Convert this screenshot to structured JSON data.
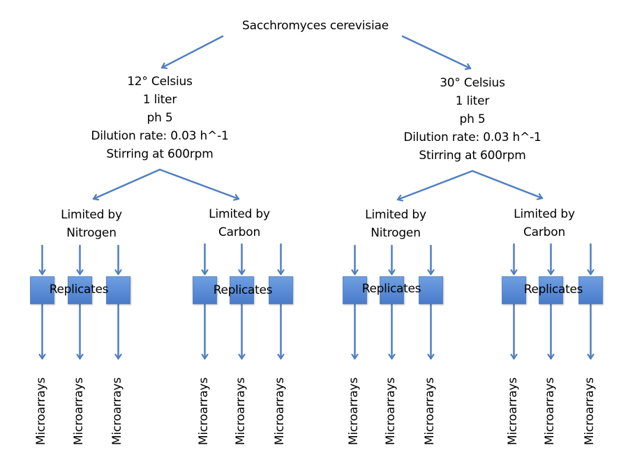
{
  "root": {
    "label": "Sacchromyces cerevisiae"
  },
  "conditions": [
    {
      "lines": [
        "12° Celsius",
        "1 liter",
        "ph 5",
        "Dilution rate: 0.03 h^-1",
        "Stirring at 600rpm"
      ],
      "limits": [
        {
          "lines": [
            "Limited by",
            "Nitrogen"
          ],
          "replicates_label": "Replicates",
          "outputs": [
            "Microarrays",
            "Microarrays",
            "Microarrays"
          ]
        },
        {
          "lines": [
            "Limited by",
            "Carbon"
          ],
          "replicates_label": "Replicates",
          "outputs": [
            "Microarrays",
            "Microarrays",
            "Microarrays"
          ]
        }
      ]
    },
    {
      "lines": [
        "30° Celsius",
        "1 liter",
        "ph 5",
        "Dilution rate: 0.03 h^-1",
        "Stirring at 600rpm"
      ],
      "limits": [
        {
          "lines": [
            "Limited by",
            "Nitrogen"
          ],
          "replicates_label": "Replicates",
          "outputs": [
            "Microarrays",
            "Microarrays",
            "Microarrays"
          ]
        },
        {
          "lines": [
            "Limited by",
            "Carbon"
          ],
          "replicates_label": "Replicates",
          "outputs": [
            "Microarrays",
            "Microarrays",
            "Microarrays"
          ]
        }
      ]
    }
  ],
  "colors": {
    "arrow": "#4f7fbf",
    "box_fill": "#5a8bd6",
    "box_border": "#5b86c4",
    "text": "#000000"
  }
}
